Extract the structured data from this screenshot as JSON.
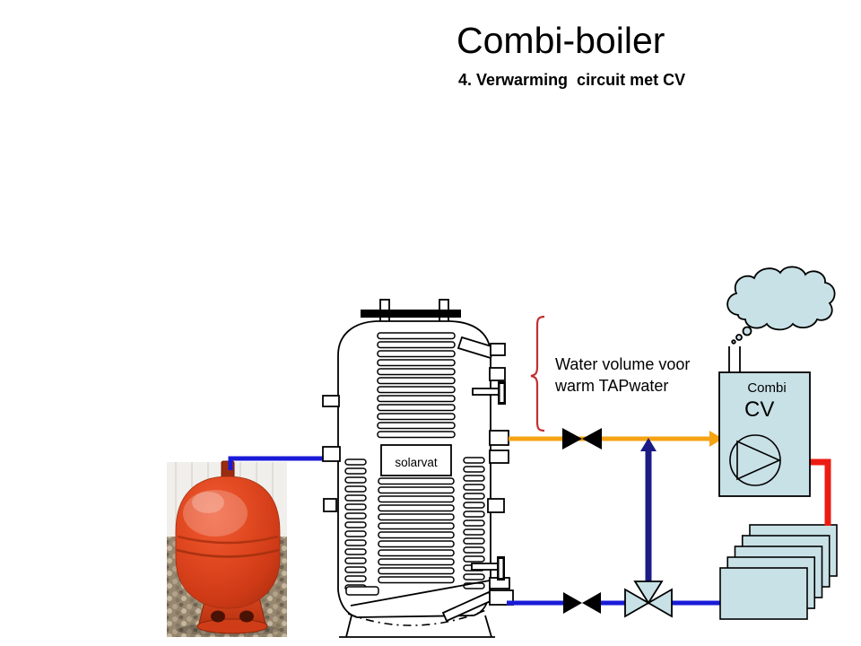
{
  "slide": {
    "title": "Combi-boiler",
    "subtitle": "4. Verwarming  circuit met CV"
  },
  "annotation": {
    "line1": "Water volume voor",
    "line2": "warm TAPwater"
  },
  "diagram": {
    "tank_label": "solarvat",
    "boiler_name": "Combi",
    "boiler_type": "CV"
  },
  "colors": {
    "pipe_orange": "#F5A313",
    "pipe_red": "#EC1C12",
    "pipe_blue": "#1A1AD8",
    "pipe_navy": "#1B1B86",
    "fill_lightblue": "#C8E1E6",
    "bracket_red": "#C23030",
    "vessel_red": "#D8411E"
  }
}
